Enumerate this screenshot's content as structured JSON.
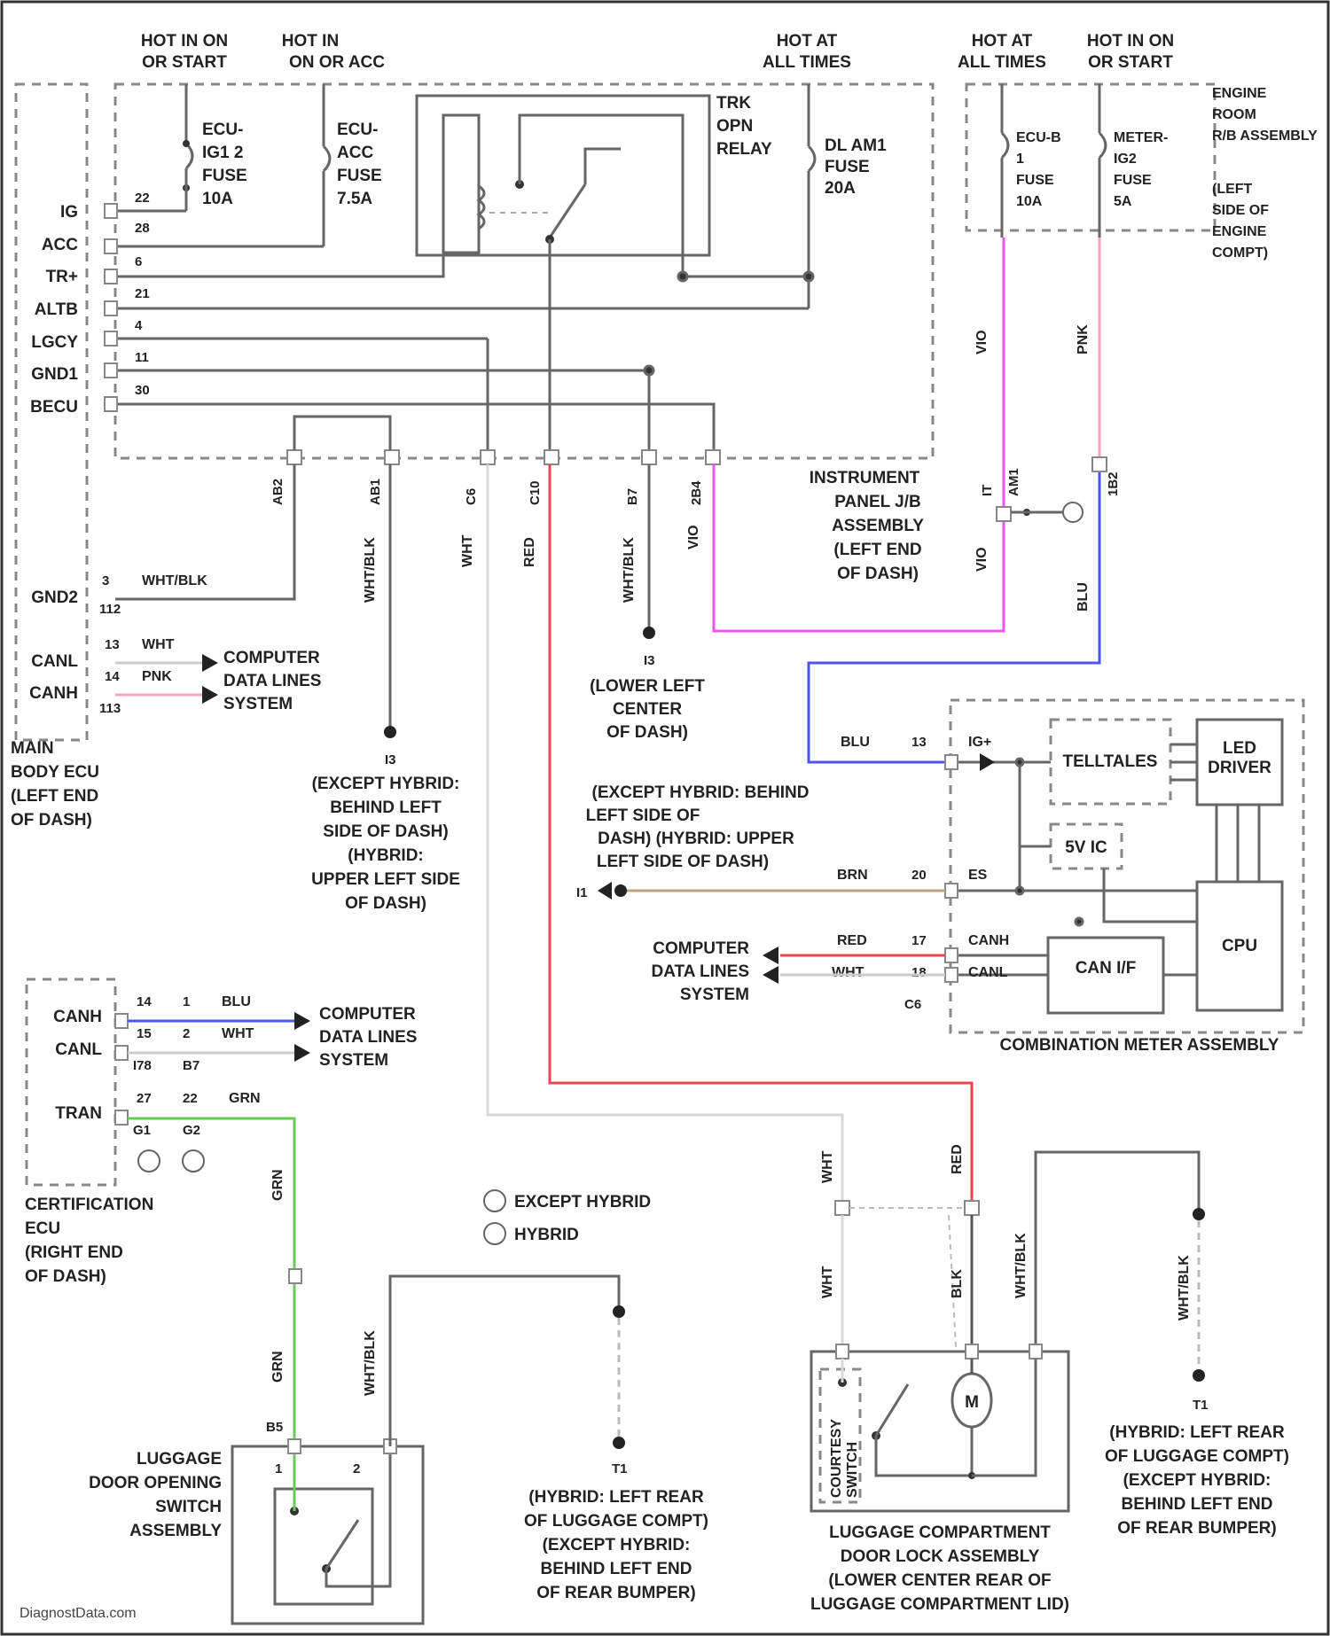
{
  "supplies": {
    "hot_run_start_1": [
      "HOT IN ON",
      "OR START"
    ],
    "hot_run_acc": [
      "HOT IN",
      "ON OR ACC"
    ],
    "hot_all_1": [
      "HOT AT",
      "ALL TIMES"
    ],
    "hot_all_2": [
      "HOT AT",
      "ALL TIMES"
    ],
    "hot_run_start_2": [
      "HOT IN ON",
      "OR START"
    ]
  },
  "fuses": {
    "ecu_ig2": [
      "ECU-",
      "IG1 2",
      "FUSE",
      "10A"
    ],
    "ecu_acc": [
      "ECU-",
      "ACC",
      "FUSE",
      "7.5A"
    ],
    "dlr_am1": [
      "DL AM1",
      "FUSE",
      "20A"
    ],
    "ecu_b": [
      "ECU-B",
      "1",
      "FUSE",
      "10A"
    ],
    "meter_ig2": [
      "METER-",
      "IG2",
      "FUSE",
      "5A"
    ]
  },
  "relay_label": [
    "TRK",
    "OPN",
    "RELAY"
  ],
  "engine_room_jb": [
    "ENGINE",
    "ROOM",
    "R/B ASSEMBLY",
    "(LEFT",
    "SIDE OF",
    "ENGINE",
    "COMPT)"
  ],
  "main_body_ecu": {
    "terminals": [
      "IG",
      "ACC",
      "TR+",
      "ALTB",
      "LGCY",
      "GND1",
      "BECU"
    ],
    "pins": [
      "22",
      "28",
      "6",
      "21",
      "4",
      "11",
      "30"
    ],
    "lower_terminals": [
      "GND2",
      "CANL",
      "CANH"
    ],
    "lower_pins": [
      "3",
      "13",
      "14",
      "112",
      "113"
    ],
    "wire_colors": [
      "WHT/BLK",
      "WHT",
      "PNK"
    ],
    "label": [
      "MAIN",
      "BODY ECU",
      "(LEFT END",
      "OF DASH)"
    ]
  },
  "computer_data_lines": [
    "COMPUTER",
    "DATA LINES",
    "SYSTEM"
  ],
  "ij_connectors": [
    "AB2",
    "AB1",
    "C6",
    "C10",
    "B7",
    "2B4"
  ],
  "ij_wire_colors": [
    "WHT/BLK",
    "WHT",
    "RED",
    "WHT/BLK",
    "VIO"
  ],
  "instrument_panel_jb": [
    "INSTRUMENT",
    "PANEL J/B",
    "ASSEMBLY",
    "(LEFT END",
    "OF DASH)"
  ],
  "splice_labels": [
    "IT",
    "AM1",
    "1B2",
    "VIO",
    "PNK",
    "VIO",
    "BLU"
  ],
  "grounds": {
    "g1": [
      "I3",
      "(LOWER LEFT",
      "CENTER",
      "OF DASH)"
    ],
    "g2": [
      "I3",
      "(EXCEPT HYBRID:",
      "BEHIND LEFT",
      "SIDE OF DASH)",
      "(HYBRID:",
      "UPPER LEFT SIDE",
      "OF DASH)"
    ],
    "g3": [
      "I1",
      "(EXCEPT HYBRID: BEHIND",
      "LEFT SIDE OF",
      "DASH) (HYBRID: UPPER",
      "LEFT SIDE OF DASH)"
    ]
  },
  "combination_meter": {
    "terminals": [
      "IG+",
      "ES",
      "CANH",
      "CANL"
    ],
    "pins": [
      "13",
      "20",
      "17",
      "18",
      "C6"
    ],
    "wire_colors": [
      "BLU",
      "BRN",
      "RED",
      "WHT"
    ],
    "blocks": [
      "TELLTALES",
      "LED",
      "DRIVER",
      "5V IC",
      "CPU",
      "CAN I/F"
    ],
    "label": "COMBINATION METER ASSEMBLY"
  },
  "certification_ecu": {
    "terminals": [
      "CANH",
      "CANL",
      "TRAN"
    ],
    "pins": [
      "14",
      "1",
      "15",
      "2",
      "27",
      "22",
      "I78",
      "B7",
      "G1",
      "G2"
    ],
    "wire_colors": [
      "BLU",
      "WHT",
      "GRN"
    ],
    "label": [
      "CERTIFICATION",
      "ECU",
      "(RIGHT END",
      "OF DASH)"
    ]
  },
  "legend": {
    "except_hybrid": "EXCEPT HYBRID",
    "hybrid": "HYBRID"
  },
  "luggage_switch": {
    "wire_colors": [
      "GRN",
      "GRN",
      "WHT/BLK"
    ],
    "pins": [
      "1",
      "2",
      "B5"
    ],
    "label": [
      "LUGGAGE",
      "DOOR OPENING",
      "SWITCH",
      "ASSEMBLY"
    ]
  },
  "ground_rear_left": [
    "T1",
    "(HYBRID: LEFT REAR",
    "OF LUGGAGE COMPT)",
    "(EXCEPT HYBRID:",
    "BEHIND LEFT END",
    "OF REAR BUMPER)"
  ],
  "door_lock": {
    "wire_colors": [
      "WHT",
      "RED",
      "WHT",
      "BLK",
      "WHT/BLK",
      "WHT/BLK"
    ],
    "switch_label": [
      "COURTESY",
      "SWITCH"
    ],
    "motor": "M",
    "label": [
      "LUGGAGE COMPARTMENT",
      "DOOR LOCK ASSEMBLY",
      "(LOWER CENTER REAR OF",
      "LUGGAGE COMPARTMENT LID)"
    ]
  },
  "ground_rear_right": [
    "T1",
    "(HYBRID: LEFT REAR",
    "OF LUGGAGE COMPT)",
    "(EXCEPT HYBRID:",
    "BEHIND LEFT END",
    "OF REAR BUMPER)"
  ],
  "watermark": "DiagnostData.com",
  "colors": {
    "violet": "#ee55ee",
    "pink": "#f5a3c0",
    "blue": "#4d55ee",
    "red": "#ee4455",
    "green": "#66cc55",
    "brown": "#b8a77a",
    "white_wire": "#d8d8d8",
    "black_wire": "#555555"
  }
}
